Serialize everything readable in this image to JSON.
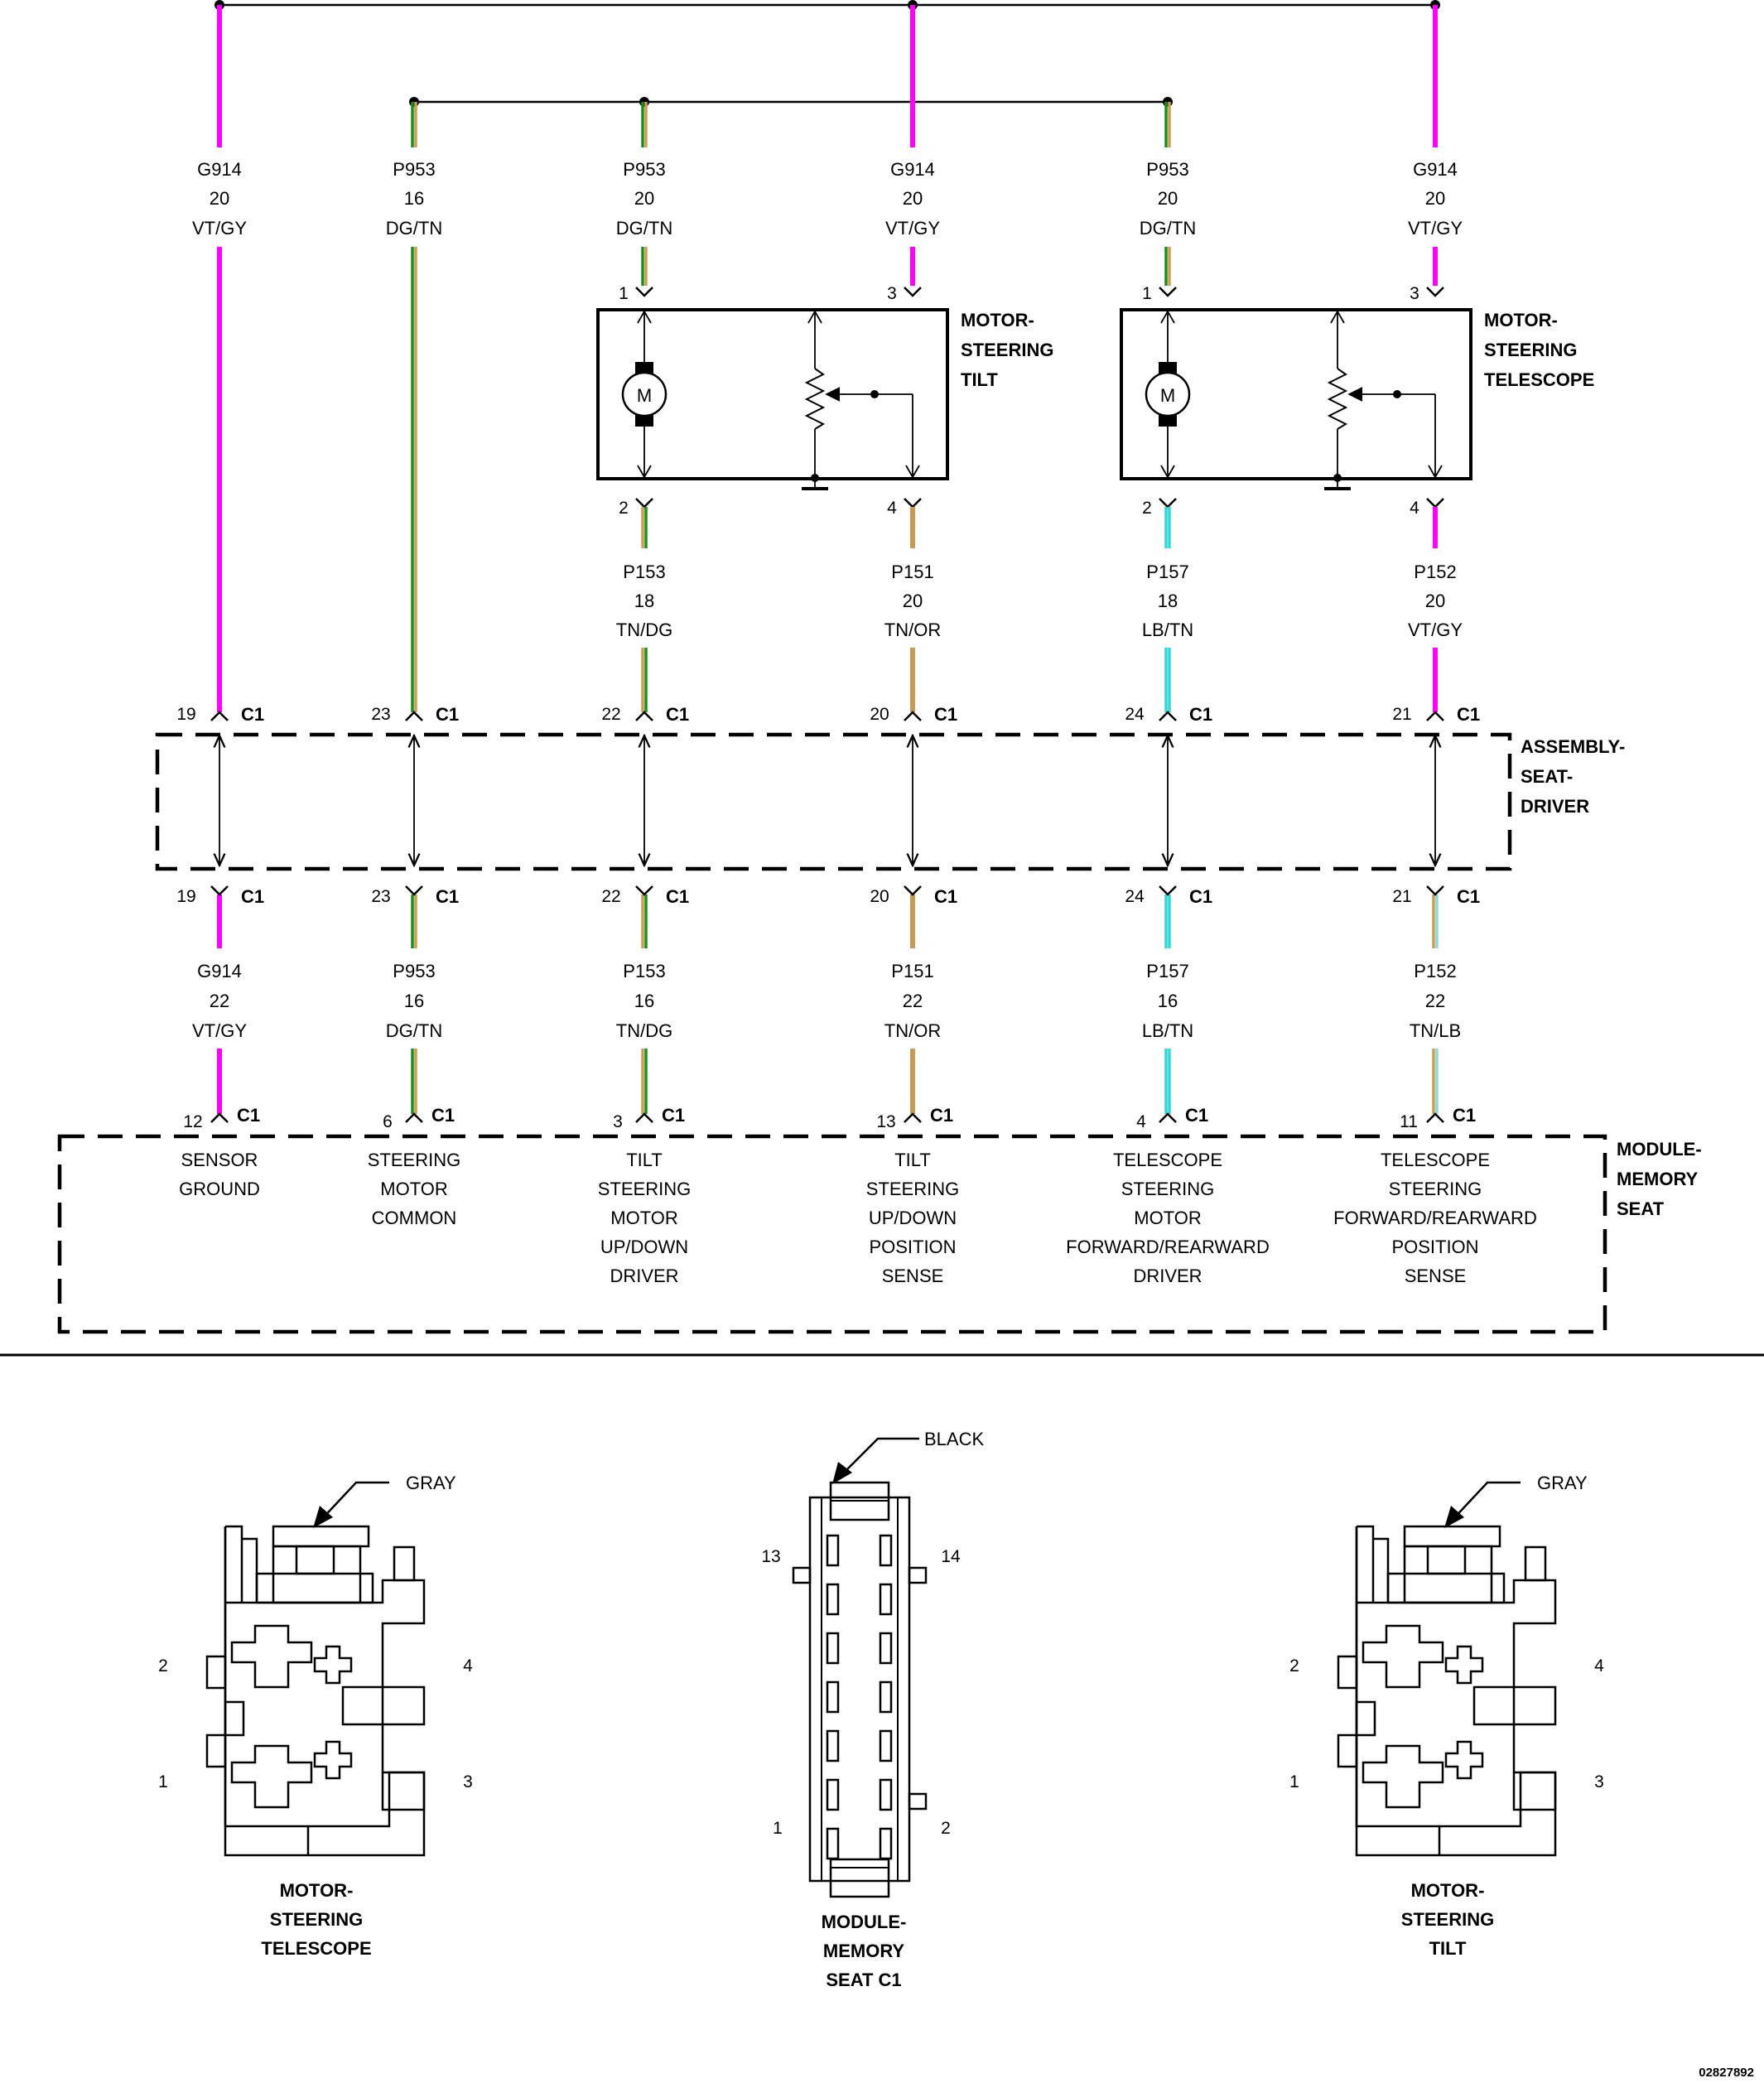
{
  "colors": {
    "VT/GY": "#ff00ff",
    "DG/TN": "#1f8c1f",
    "TN/DG": "#c8a050",
    "TN/OR": "#c89a55",
    "LB/TN": "#33d6d6",
    "TN/LB": "#8fbfa8",
    "black": "#000000"
  },
  "columns": [
    {
      "upper_wire": {
        "circuit": "G914",
        "gauge": "20",
        "color": "VT/GY"
      },
      "motor_pin": null,
      "motor_lower_wire": null,
      "assembly_pin": "19",
      "assembly_conn": "C1",
      "lower_wire": {
        "circuit": "G914",
        "gauge": "22",
        "color": "VT/GY"
      },
      "module_pin": "12",
      "module_conn": "C1",
      "function": [
        "SENSOR",
        "GROUND"
      ]
    },
    {
      "upper_wire": {
        "circuit": "P953",
        "gauge": "16",
        "color": "DG/TN"
      },
      "motor_pin": null,
      "motor_lower_wire": null,
      "assembly_pin": "23",
      "assembly_conn": "C1",
      "lower_wire": {
        "circuit": "P953",
        "gauge": "16",
        "color": "DG/TN"
      },
      "module_pin": "6",
      "module_conn": "C1",
      "function": [
        "STEERING",
        "MOTOR",
        "COMMON"
      ]
    },
    {
      "upper_wire": {
        "circuit": "P953",
        "gauge": "20",
        "color": "DG/TN"
      },
      "motor_top_pin": "1",
      "motor_bottom_pin": "2",
      "motor_lower_wire": {
        "circuit": "P153",
        "gauge": "18",
        "color": "TN/DG"
      },
      "assembly_pin": "22",
      "assembly_conn": "C1",
      "lower_wire": {
        "circuit": "P153",
        "gauge": "16",
        "color": "TN/DG"
      },
      "module_pin": "3",
      "module_conn": "C1",
      "function": [
        "TILT",
        "STEERING",
        "MOTOR",
        "UP/DOWN",
        "DRIVER"
      ]
    },
    {
      "upper_wire": {
        "circuit": "G914",
        "gauge": "20",
        "color": "VT/GY"
      },
      "motor_top_pin": "3",
      "motor_bottom_pin": "4",
      "motor_lower_wire": {
        "circuit": "P151",
        "gauge": "20",
        "color": "TN/OR"
      },
      "assembly_pin": "20",
      "assembly_conn": "C1",
      "lower_wire": {
        "circuit": "P151",
        "gauge": "22",
        "color": "TN/OR"
      },
      "module_pin": "13",
      "module_conn": "C1",
      "function": [
        "TILT",
        "STEERING",
        "UP/DOWN",
        "POSITION",
        "SENSE"
      ]
    },
    {
      "upper_wire": {
        "circuit": "P953",
        "gauge": "20",
        "color": "DG/TN"
      },
      "motor_top_pin": "1",
      "motor_bottom_pin": "2",
      "motor_lower_wire": {
        "circuit": "P157",
        "gauge": "18",
        "color": "LB/TN"
      },
      "assembly_pin": "24",
      "assembly_conn": "C1",
      "lower_wire": {
        "circuit": "P157",
        "gauge": "16",
        "color": "LB/TN"
      },
      "module_pin": "4",
      "module_conn": "C1",
      "function": [
        "TELESCOPE",
        "STEERING",
        "MOTOR",
        "FORWARD/REARWARD",
        "DRIVER"
      ]
    },
    {
      "upper_wire": {
        "circuit": "G914",
        "gauge": "20",
        "color": "VT/GY"
      },
      "motor_top_pin": "3",
      "motor_bottom_pin": "4",
      "motor_lower_wire": {
        "circuit": "P152",
        "gauge": "20",
        "color": "VT/GY"
      },
      "assembly_pin": "21",
      "assembly_conn": "C1",
      "lower_wire": {
        "circuit": "P152",
        "gauge": "22",
        "color": "TN/LB"
      },
      "module_pin": "11",
      "module_conn": "C1",
      "function": [
        "TELESCOPE",
        "STEERING",
        "FORWARD/REARWARD",
        "POSITION",
        "SENSE"
      ]
    }
  ],
  "motors": [
    {
      "name_lines": [
        "MOTOR-",
        "STEERING",
        "TILT"
      ],
      "symbol": "M"
    },
    {
      "name_lines": [
        "MOTOR-",
        "STEERING",
        "TELESCOPE"
      ],
      "symbol": "M"
    }
  ],
  "assembly_label": [
    "ASSEMBLY-",
    "SEAT-",
    "DRIVER"
  ],
  "module_label": [
    "MODULE-",
    "MEMORY",
    "SEAT"
  ],
  "connector_views": [
    {
      "color_label": "GRAY",
      "pins": {
        "p2": "2",
        "p4": "4",
        "p1": "1",
        "p3": "3"
      },
      "caption": [
        "MOTOR-",
        "STEERING",
        "TELESCOPE"
      ]
    },
    {
      "color_label": "BLACK",
      "pins": {
        "p13": "13",
        "p14": "14",
        "p1": "1",
        "p2": "2"
      },
      "caption": [
        "MODULE-",
        "MEMORY",
        "SEAT C1"
      ]
    },
    {
      "color_label": "GRAY",
      "pins": {
        "p2": "2",
        "p4": "4",
        "p1": "1",
        "p3": "3"
      },
      "caption": [
        "MOTOR-",
        "STEERING",
        "TILT"
      ]
    }
  ],
  "figure_id": "02827892"
}
